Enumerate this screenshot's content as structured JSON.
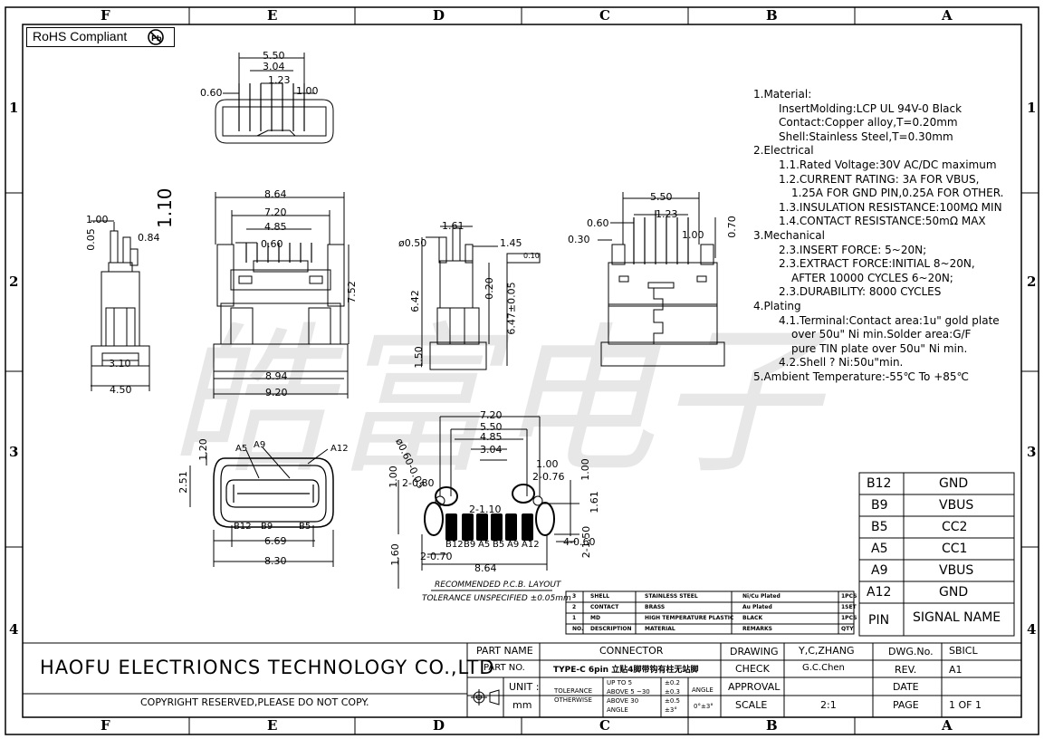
{
  "zones": {
    "columns": [
      "F",
      "E",
      "D",
      "C",
      "B",
      "A"
    ],
    "rows": [
      "1",
      "2",
      "3",
      "4"
    ]
  },
  "rohs": {
    "label": "RoHS Compliant",
    "icon": "pb-free-icon"
  },
  "watermark": "皓富电子",
  "views": {
    "top": {
      "dims": [
        "5.50",
        "3.04",
        "1.23",
        "0.60",
        "1.00"
      ]
    },
    "side_left": {
      "dims": [
        "1.00",
        "0.05",
        "0.84",
        "3.10",
        "4.50"
      ],
      "rotated_text": "1.10"
    },
    "front": {
      "dims": [
        "8.64",
        "7.20",
        "4.85",
        "0.60",
        "7.52",
        "8.94",
        "9.20"
      ]
    },
    "side_middle": {
      "dims": [
        "1.61",
        "ø0.50",
        "1.45",
        "0.10",
        "6.42",
        "0.20",
        "6.47±0.05",
        "1.50"
      ]
    },
    "back": {
      "dims": [
        "5.50",
        "0.60",
        "1.23",
        "0.30",
        "1.00",
        "0.70"
      ]
    },
    "mating": {
      "dims": [
        "1.20",
        "2.51",
        "6.69",
        "8.30"
      ],
      "pins": [
        "A5",
        "A9",
        "A12",
        "B12",
        "B9",
        "B5"
      ]
    },
    "pcb": {
      "dims": [
        "7.20",
        "5.50",
        "4.85",
        "3.04",
        "1.00",
        "2-0.76",
        "ø0.60-0.05",
        "1.00",
        "2-0.80",
        "2-1.10",
        "1.00",
        "1.61",
        "2-1.50",
        "4-0.60",
        "1.60",
        "2-0.70",
        "8.64"
      ],
      "pin_labels": [
        "B12",
        "B9",
        "A5",
        "B5",
        "A9",
        "A12"
      ],
      "title": "RECOMMENDED   P.C.B. LAYOUT",
      "tolerance": "TOLERANCE  UNSPECIFIED  ±0.05mm"
    }
  },
  "specs": [
    {
      "text": "1.Material:",
      "indent": 0
    },
    {
      "text": "InsertMolding:LCP UL 94V-0 Black",
      "indent": 2
    },
    {
      "text": "Contact:Copper alloy,T=0.20mm",
      "indent": 2
    },
    {
      "text": "Shell:Stainless Steel,T=0.30mm",
      "indent": 2
    },
    {
      "text": "2.Electrical",
      "indent": 0
    },
    {
      "text": "1.1.Rated Voltage:30V AC/DC maximum",
      "indent": 2
    },
    {
      "text": "1.2.CURRENT RATING:  3A FOR VBUS,",
      "indent": 2
    },
    {
      "text": "1.25A FOR GND PIN,0.25A FOR OTHER.",
      "indent": 3
    },
    {
      "text": "1.3.INSULATION RESISTANCE:100MΩ MIN",
      "indent": 2
    },
    {
      "text": "1.4.CONTACT RESISTANCE:50mΩ MAX",
      "indent": 2
    },
    {
      "text": "3.Mechanical",
      "indent": 0
    },
    {
      "text": "2.3.INSERT FORCE:  5~20N;",
      "indent": 2
    },
    {
      "text": "2.3.EXTRACT FORCE:INITIAL  8~20N,",
      "indent": 2
    },
    {
      "text": "AFTER 10000 CYCLES 6~20N;",
      "indent": 3
    },
    {
      "text": "2.3.DURABILITY:  8000 CYCLES",
      "indent": 2
    },
    {
      "text": "4.Plating",
      "indent": 0
    },
    {
      "text": "4.1.Terminal:Contact area:1u\" gold plate",
      "indent": 2
    },
    {
      "text": "over 50u\" Ni min.Solder area:G/F",
      "indent": 3
    },
    {
      "text": "pure TIN plate over 50u\" Ni min.",
      "indent": 3
    },
    {
      "text": "4.2.Shell ?  Ni:50u\"min.",
      "indent": 2
    },
    {
      "text": "5.Ambient Temperature:-55℃ To +85℃",
      "indent": 0
    }
  ],
  "pin_table": {
    "rows": [
      {
        "pin": "B12",
        "signal": "GND"
      },
      {
        "pin": "B9",
        "signal": "VBUS"
      },
      {
        "pin": "B5",
        "signal": "CC2"
      },
      {
        "pin": "A5",
        "signal": "CC1"
      },
      {
        "pin": "A9",
        "signal": "VBUS"
      },
      {
        "pin": "A12",
        "signal": "GND"
      }
    ],
    "header": {
      "pin": "PIN",
      "signal": "SIGNAL NAME"
    }
  },
  "bom": {
    "rows": [
      {
        "no": "3",
        "desc": "SHELL",
        "material": "STAINLESS STEEL",
        "remarks": "Ni/Cu Plated",
        "qty": "1PCS"
      },
      {
        "no": "2",
        "desc": "CONTACT",
        "material": "BRASS",
        "remarks": "Au Plated",
        "qty": "1SET"
      },
      {
        "no": "1",
        "desc": "MD",
        "material": "HIGH TEMPERATURE PLASTIC",
        "remarks": "BLACK",
        "qty": "1PCS"
      }
    ],
    "header": {
      "no": "NO.",
      "desc": "DESCRIPTION",
      "material": "MATERIAL",
      "remarks": "REMARKS",
      "qty": "QTY"
    }
  },
  "title_block": {
    "company": "HAOFU ELECTRIONCS TECHNOLOGY CO.,LTD",
    "copyright": "COPYRIGHT RESERVED,PLEASE DO NOT COPY.",
    "part_name_label": "PART NAME",
    "part_name": "CONNECTOR",
    "part_no_label": "PART NO.",
    "part_no": "TYPE-C 6pin 立贴4脚带钩有柱无站脚",
    "unit_label": "UNIT :",
    "unit": "mm",
    "tol_label": "TOLERANCE\nOTHERWISE",
    "tol_lines": [
      {
        "range": "UP TO 5",
        "value": "±0.2"
      },
      {
        "range": "ABOVE 5 ~30",
        "value": "±0.3"
      },
      {
        "range": "ABOVE 30",
        "value": "±0.5"
      },
      {
        "range": "ANGLE",
        "value": "±3°"
      }
    ],
    "angle_label": "ANGLE",
    "angle_value": "0°±3°",
    "drawing_label": "DRAWING",
    "drawing": "Y,C,ZHANG",
    "check_label": "CHECK",
    "check": "G.C.Chen",
    "approval_label": "APPROVAL",
    "approval": "",
    "scale_label": "SCALE",
    "scale": "2:1",
    "dwg_no_label": "DWG.No.",
    "dwg_no": "SBICL",
    "rev_label": "REV.",
    "rev": "A1",
    "date_label": "DATE",
    "date": "",
    "page_label": "PAGE",
    "page": "1 OF 1"
  }
}
